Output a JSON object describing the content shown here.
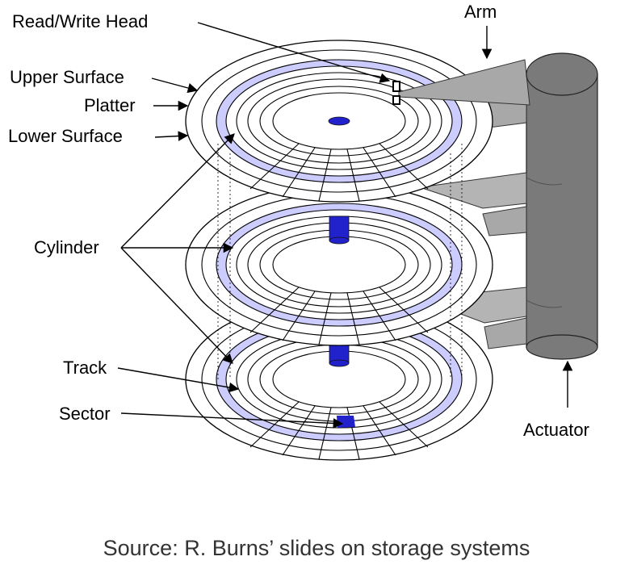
{
  "labels": {
    "read_write_head": "Read/Write Head",
    "arm": "Arm",
    "upper_surface": "Upper Surface",
    "platter": "Platter",
    "lower_surface": "Lower Surface",
    "cylinder": "Cylinder",
    "track": "Track",
    "sector": "Sector",
    "actuator": "Actuator"
  },
  "caption": "Source: R. Burns’ slides on storage systems",
  "colors": {
    "track_highlight": "#ccccff",
    "sector_highlight": "#2222cc",
    "spindle": "#2222cc",
    "actuator": "#777777",
    "arm": "#a8a8a8"
  }
}
